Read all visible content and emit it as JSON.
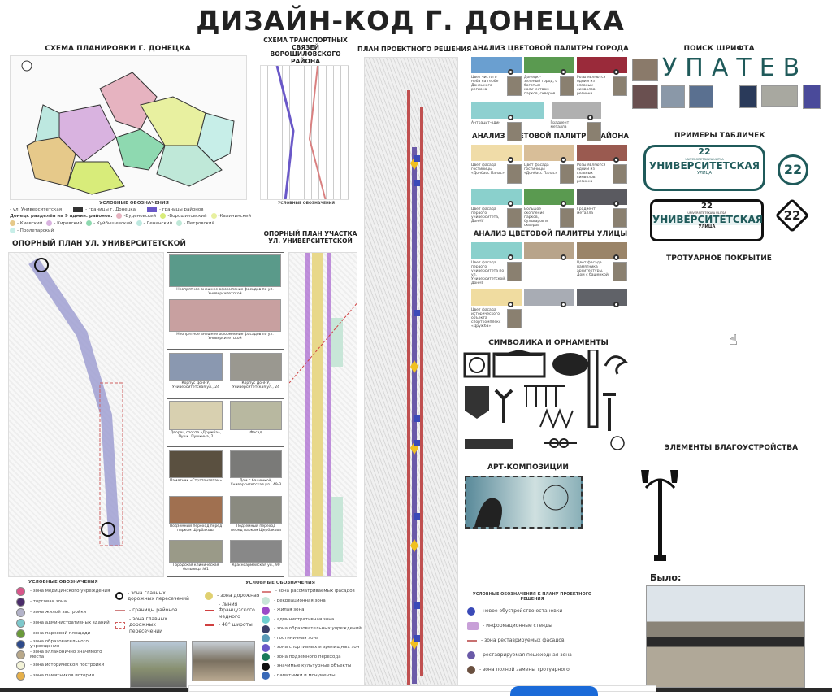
{
  "title": "ДИЗАЙН-КОД Г. ДОНЕЦКА",
  "sections": {
    "city_scheme": "СХЕМА ПЛАНИРОВКИ Г. ДОНЕЦКА",
    "transport": "СХЕМА ТРАНСПОРТНЫХ СВЯЗЕЙ ВОРОШИЛОВСКОГО РАЙОНА",
    "project_plan": "ПЛАН ПРОЕКТНОГО РЕШЕНИЯ",
    "city_palette": "АНАЛИЗ ЦВЕТОВОЙ ПАЛИТРЫ ГОРОДА",
    "district_palette": "АНАЛИЗ ЦВЕТОВОЙ ПАЛИТРЫ РАЙОНА",
    "street_palette": "АНАЛИЗ ЦВЕТОВОЙ ПАЛИТРЫ УЛИЦЫ",
    "font_search": "ПОИСК ШРИФТА",
    "signs": "ПРИМЕРЫ ТАБЛИЧЕК",
    "pavement": "ТРОТУАРНОЕ ПОКРЫТИЕ",
    "symbols": "СИМВОЛИКА И ОРНАМЕНТЫ",
    "art": "АРТ-КОМПОЗИЦИИ",
    "improvement": "ЭЛЕМЕНТЫ БЛАГОУСТРОЙСТВА",
    "base_plan": "ОПОРНЫЙ ПЛАН УЛ. УНИВЕРСИТЕТСКОЙ",
    "base_plan_section": "ОПОРНЫЙ ПЛАН УЧАСТКА УЛ. УНИВЕРСИТЕТСКОЙ",
    "was": "Было:"
  },
  "font_sample": "УПАТЕВ",
  "sign": {
    "number": "22",
    "street": "УНИВЕРСИТЕТСКАЯ",
    "sub": "UNIVERSITETSKAYA ULITSA",
    "type": "УЛИЦА"
  },
  "city_legend": {
    "title": "УСЛОВНЫЕ ОБОЗНАЧЕНИЯ",
    "street": "- ул. Университетская",
    "city_border": "- границы г. Донецка",
    "district_border": "- границы районов",
    "note": "Донецк разделён на 9 админ. районов:",
    "districts": [
      {
        "name": "-Буденовский",
        "color": "#e6b3c0"
      },
      {
        "name": "-Ворошиловский",
        "color": "#d8ec7a"
      },
      {
        "name": "-Калининский",
        "color": "#e8f0a0"
      },
      {
        "name": "- Киевский",
        "color": "#e6c98a"
      },
      {
        "name": "- Кировский",
        "color": "#d9b3e0"
      },
      {
        "name": "- Куйбышевский",
        "color": "#8ed9b0"
      },
      {
        "name": "- Ленинский",
        "color": "#bde8e0"
      },
      {
        "name": "- Петровский",
        "color": "#bfe8d8"
      },
      {
        "name": "- Пролетарский",
        "color": "#c7eee8"
      }
    ]
  },
  "transport_legend_title": "УСЛОВНЫЕ ОБОЗНАЧЕНИЯ",
  "zones_legend": {
    "title": "УСЛОВНЫЕ ОБОЗНАЧЕНИЯ",
    "items": [
      {
        "label": "- зона медицинского учреждения",
        "color": "#d9558a"
      },
      {
        "label": "- торговая зона",
        "color": "#4a2c6a"
      },
      {
        "label": "- зона жилой застройки",
        "color": "#b3b3c9"
      },
      {
        "label": "- зона административных зданий",
        "color": "#7ec8cc"
      },
      {
        "label": "- зона парковой площади",
        "color": "#6a9a3a"
      },
      {
        "label": "- зона образовательного учреждения",
        "color": "#2e4a8a"
      },
      {
        "label": "- зона эллаконично значимого места",
        "color": "#b8a88a"
      },
      {
        "label": "- зона исторической постройки",
        "color": "#f3f3d8"
      },
      {
        "label": "- зона памятников истории",
        "color": "#e6b04a"
      }
    ],
    "extra": [
      "- зона главных дорожных пересечений",
      "- границы районов",
      "- зона главных дорожных пересечений"
    ]
  },
  "section_legend": {
    "title": "УСЛОВНЫЕ ОБОЗНАЧЕНИЯ",
    "left": [
      "- зона дорожная",
      "- линия Французского медного",
      "- 48° широты"
    ],
    "right": [
      {
        "label": "- зона рассматриваемых фасадов",
        "color": "#d98080"
      },
      {
        "label": "- рекреационная зона",
        "color": "#c8e6d8"
      },
      {
        "label": "- жилая зона",
        "color": "#9a4ac8"
      },
      {
        "label": "- административная зона",
        "color": "#6ecfd0"
      },
      {
        "label": "- зона образовательных учреждений",
        "color": "#3a3f6a"
      },
      {
        "label": "- гостиничная зона",
        "color": "#5a9ab8"
      },
      {
        "label": "- зона спортивных и зрелищных зон",
        "color": "#6a58c8"
      },
      {
        "label": "- зона подземного перехода",
        "color": "#1a7a5a"
      },
      {
        "label": "- значимые культурные объекты",
        "color": "#111111"
      },
      {
        "label": "- памятники и монументы",
        "color": "#3a6ab8"
      }
    ]
  },
  "plan_legend": {
    "title": "УСЛОВНЫЕ ОБОЗНАЧЕНИЯ К ПЛАНУ ПРОЕКТНОГО РЕШЕНИЯ",
    "items": [
      {
        "label": "- новое обустройство остановки",
        "color": "#3a4ab8"
      },
      {
        "label": "- информационные стенды",
        "color": "#c8a0d8"
      },
      {
        "label": "- зона реставрируемых фасадов",
        "color": "#c87070"
      },
      {
        "label": "- реставрируемая пешеходная зона",
        "color": "#6a5aa8"
      },
      {
        "label": "- зона полной замены тротуарного",
        "color": "#6a5040"
      }
    ]
  },
  "palettes": {
    "city": [
      {
        "color": "#6a9fd0",
        "caption": "Цвет чистого неба на гербе Донецкого региона"
      },
      {
        "color": "#5a9a50",
        "caption": "Донецк - зеленый город, с богатым количеством парков, скверов"
      },
      {
        "color": "#9a2a3a",
        "caption": "Розы являются одним из главных символов региона"
      },
      {
        "color": "#8ed0d0",
        "caption": "Антрацит-один"
      },
      {
        "color": "#b0b0b0",
        "caption": "Градиент металла"
      }
    ],
    "district": [
      {
        "color": "#f0dca8",
        "caption": "Цвет фасада гостиницы «Донбасс Палас»"
      },
      {
        "color": "#d8be98",
        "caption": "Цвет фасада гостиницы «Донбасс Палас»"
      },
      {
        "color": "#9a5a50",
        "caption": "Розы являются одним из главных символов региона"
      },
      {
        "color": "#8ad0cc",
        "caption": "Цвет фасада первого университета, ДонНУ"
      },
      {
        "color": "#5a9a50",
        "caption": "Большое скопление парков, бульваров и скверов"
      },
      {
        "color": "#5a5a60",
        "caption": "Градиент металла"
      }
    ],
    "street": [
      {
        "color": "#8ad0cc",
        "caption": "Цвет фасада первого университета по ул. Университетской, ДонНУ"
      },
      {
        "color": "#b8a48a",
        "caption": ""
      },
      {
        "color": "#9a8468",
        "caption": "Цвет фасада памятника архитектуры, Дом с башенкой"
      },
      {
        "color": "#f0dca0",
        "caption": "Цвет фасада исторического объекта спорткомплекс «Дружба»"
      },
      {
        "color": "#a8acb4",
        "caption": ""
      },
      {
        "color": "#606268",
        "caption": ""
      }
    ]
  },
  "photo_captions": [
    "Неопрятное внешнее оформление фасадов по ул. Университетской",
    "Неопрятное внешнее оформление фасадов по ул. Университетской",
    "Корпус ДонНУ, Университетская ул., 24",
    "Корпус ДонНУ, Университетская ул., 24",
    "Дворец спорта «Дружба», Пушк. Пушкина, 2",
    "Фасад",
    "Памятник «Стратонавтам»",
    "Дом с башенкой, Университетская ул., 49-3",
    "Подземный переход перед парком Щербакова",
    "Подземный переход перед парком Щербакова",
    "Городская клиническая больница №1",
    "Красноармейская ул., 90"
  ],
  "colors": {
    "teal": "#1f5a5a",
    "accent_blue": "#1a6ad8"
  }
}
